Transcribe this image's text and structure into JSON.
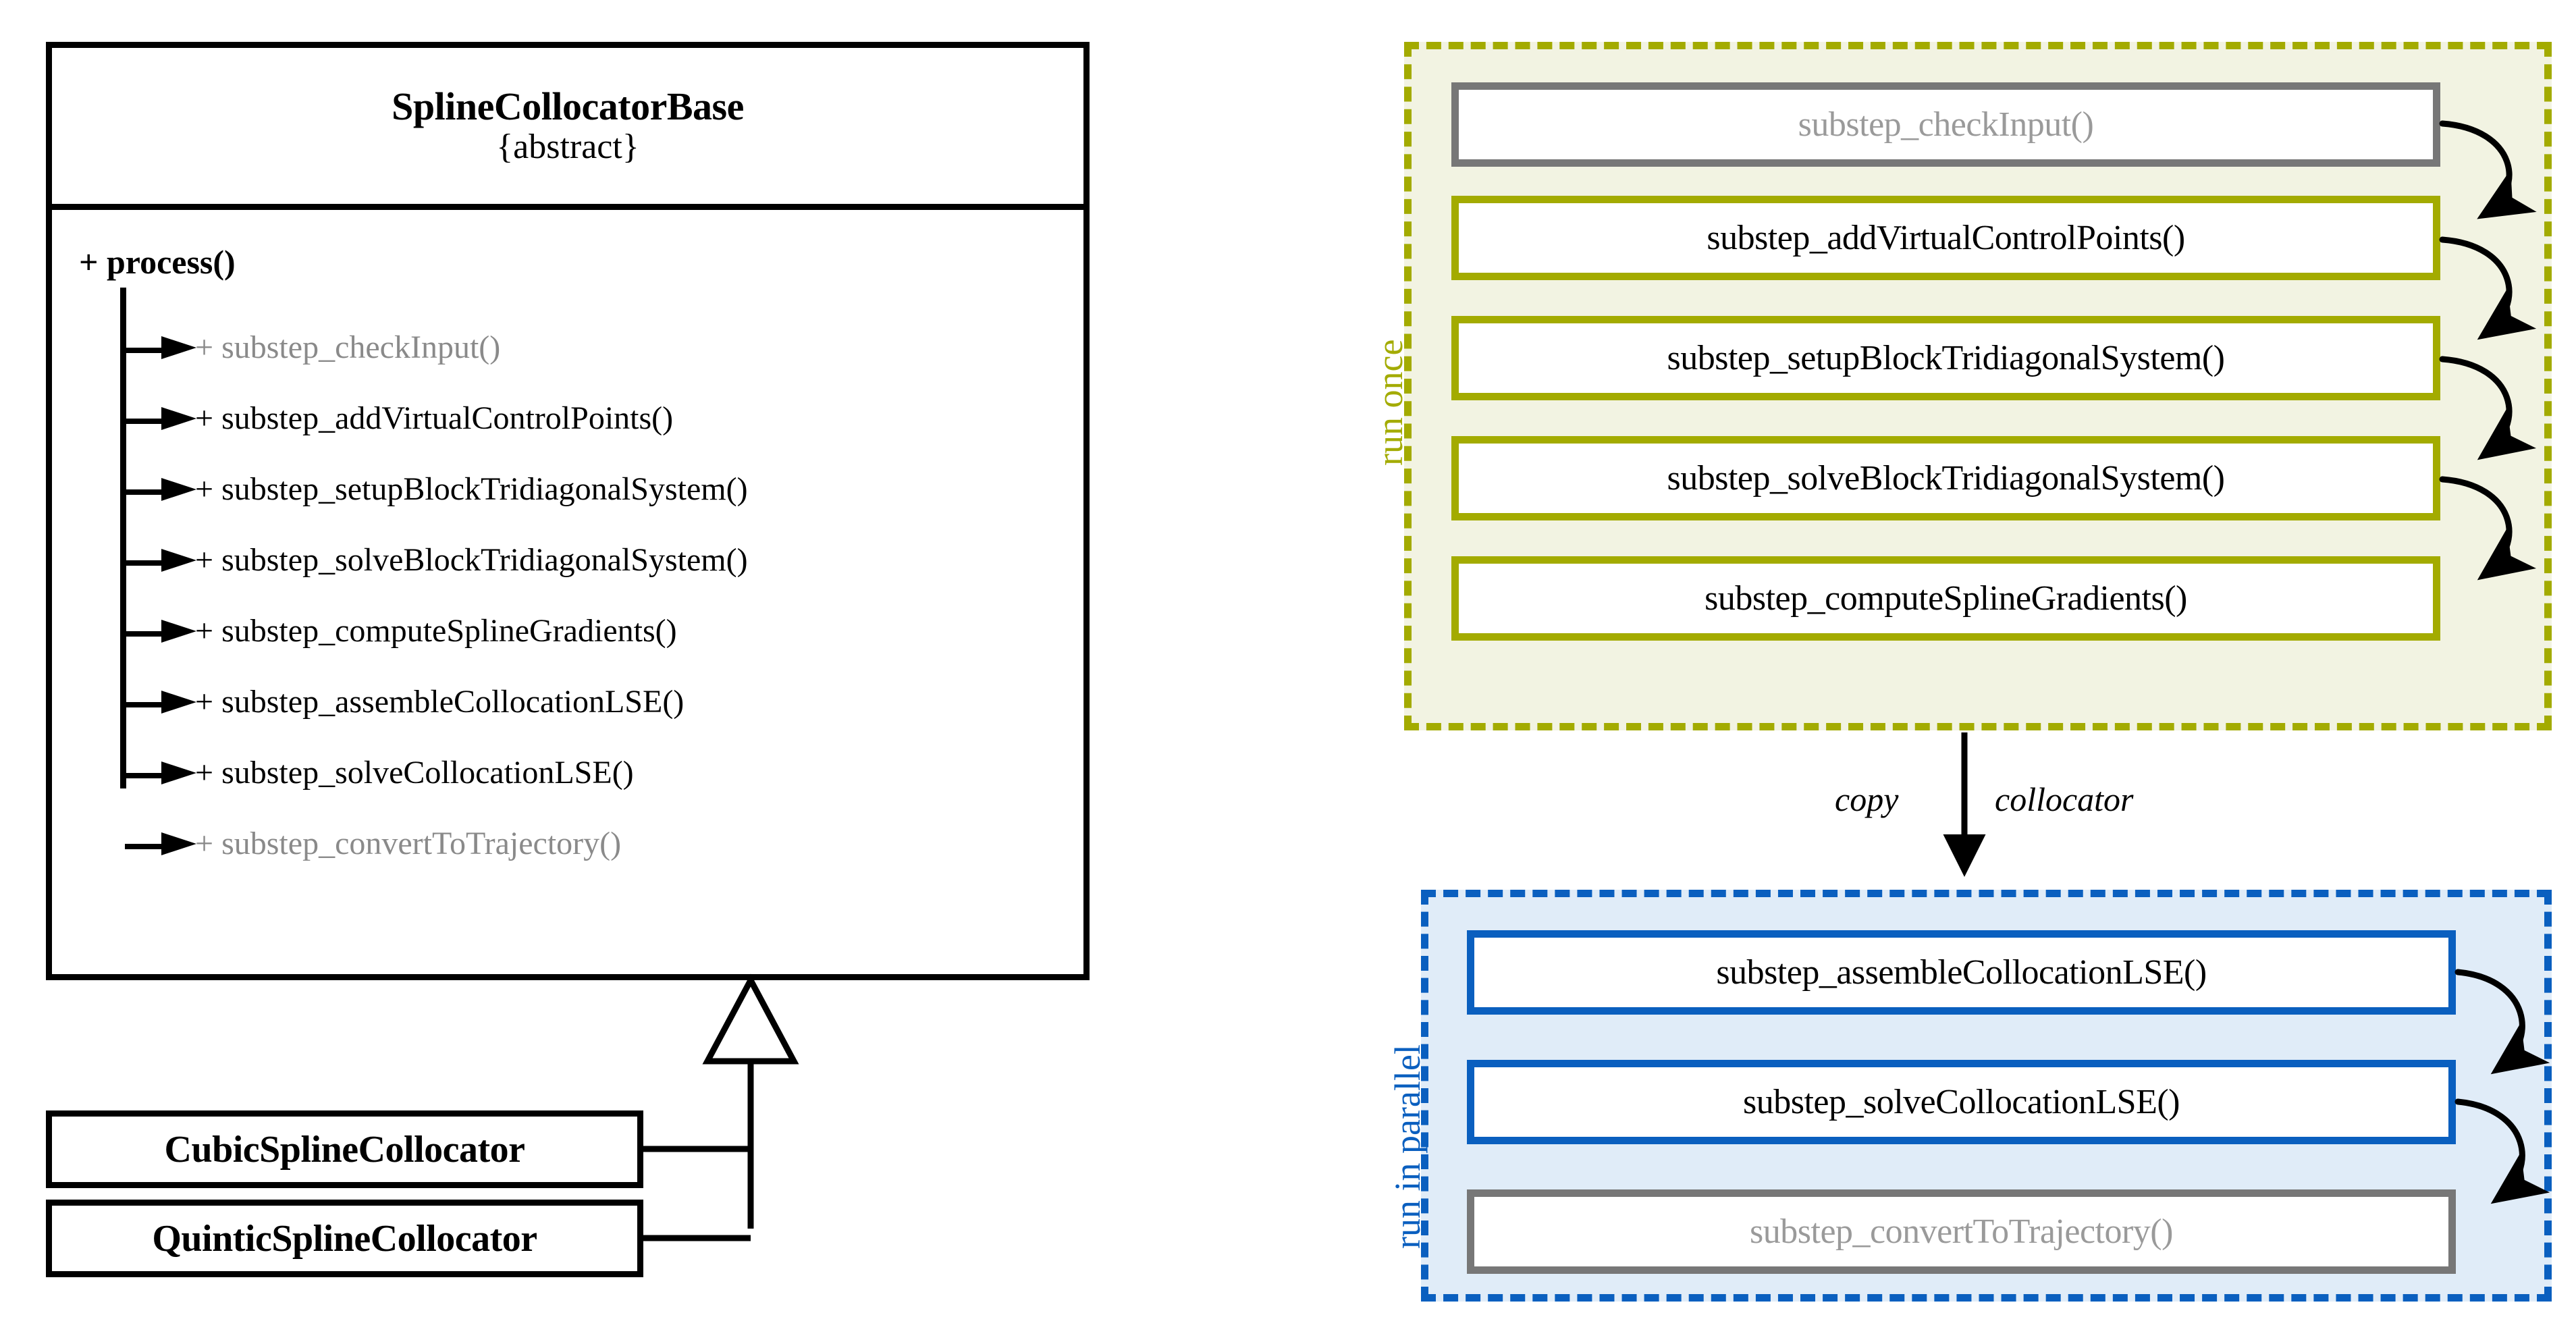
{
  "uml": {
    "base_class": {
      "name": "SplineCollocatorBase",
      "stereotype": "{abstract}",
      "root_method": "+ process()",
      "substeps": [
        {
          "label": "+ substep_checkInput()",
          "dimmed": true
        },
        {
          "label": "+ substep_addVirtualControlPoints()",
          "dimmed": false
        },
        {
          "label": "+ substep_setupBlockTridiagonalSystem()",
          "dimmed": false
        },
        {
          "label": "+ substep_solveBlockTridiagonalSystem()",
          "dimmed": false
        },
        {
          "label": "+ substep_computeSplineGradients()",
          "dimmed": false
        },
        {
          "label": "+ substep_assembleCollocationLSE()",
          "dimmed": false
        },
        {
          "label": "+ substep_solveCollocationLSE()",
          "dimmed": false
        },
        {
          "label": "+ substep_convertToTrajectory()",
          "dimmed": true
        }
      ]
    },
    "derived_classes": [
      {
        "name": "CubicSplineCollocator"
      },
      {
        "name": "QuinticSplineCollocator"
      }
    ],
    "relation": "generalization"
  },
  "flow": {
    "run_once": {
      "label": "run once",
      "color": "#a3ab00",
      "fill": "#f2f3e2",
      "steps": [
        {
          "label": "substep_checkInput()",
          "state": "disabled"
        },
        {
          "label": "substep_addVirtualControlPoints()",
          "state": "active"
        },
        {
          "label": "substep_setupBlockTridiagonalSystem()",
          "state": "active"
        },
        {
          "label": "substep_solveBlockTridiagonalSystem()",
          "state": "active"
        },
        {
          "label": "substep_computeSplineGradients()",
          "state": "active"
        }
      ]
    },
    "connector": {
      "left_label": "copy",
      "right_label": "collocator"
    },
    "run_parallel": {
      "label": "run in parallel",
      "color": "#0a5fbf",
      "fill": "#e0ecf8",
      "steps": [
        {
          "label": "substep_assembleCollocationLSE()",
          "state": "active"
        },
        {
          "label": "substep_solveCollocationLSE()",
          "state": "active"
        },
        {
          "label": "substep_convertToTrajectory()",
          "state": "disabled"
        }
      ]
    }
  },
  "colors": {
    "olive": "#a3ab00",
    "olive_fill": "#f2f3e2",
    "blue": "#0a5fbf",
    "blue_fill": "#e0ecf8",
    "grey": "#777777",
    "grey_text": "#8a8a8a",
    "black": "#000000"
  }
}
